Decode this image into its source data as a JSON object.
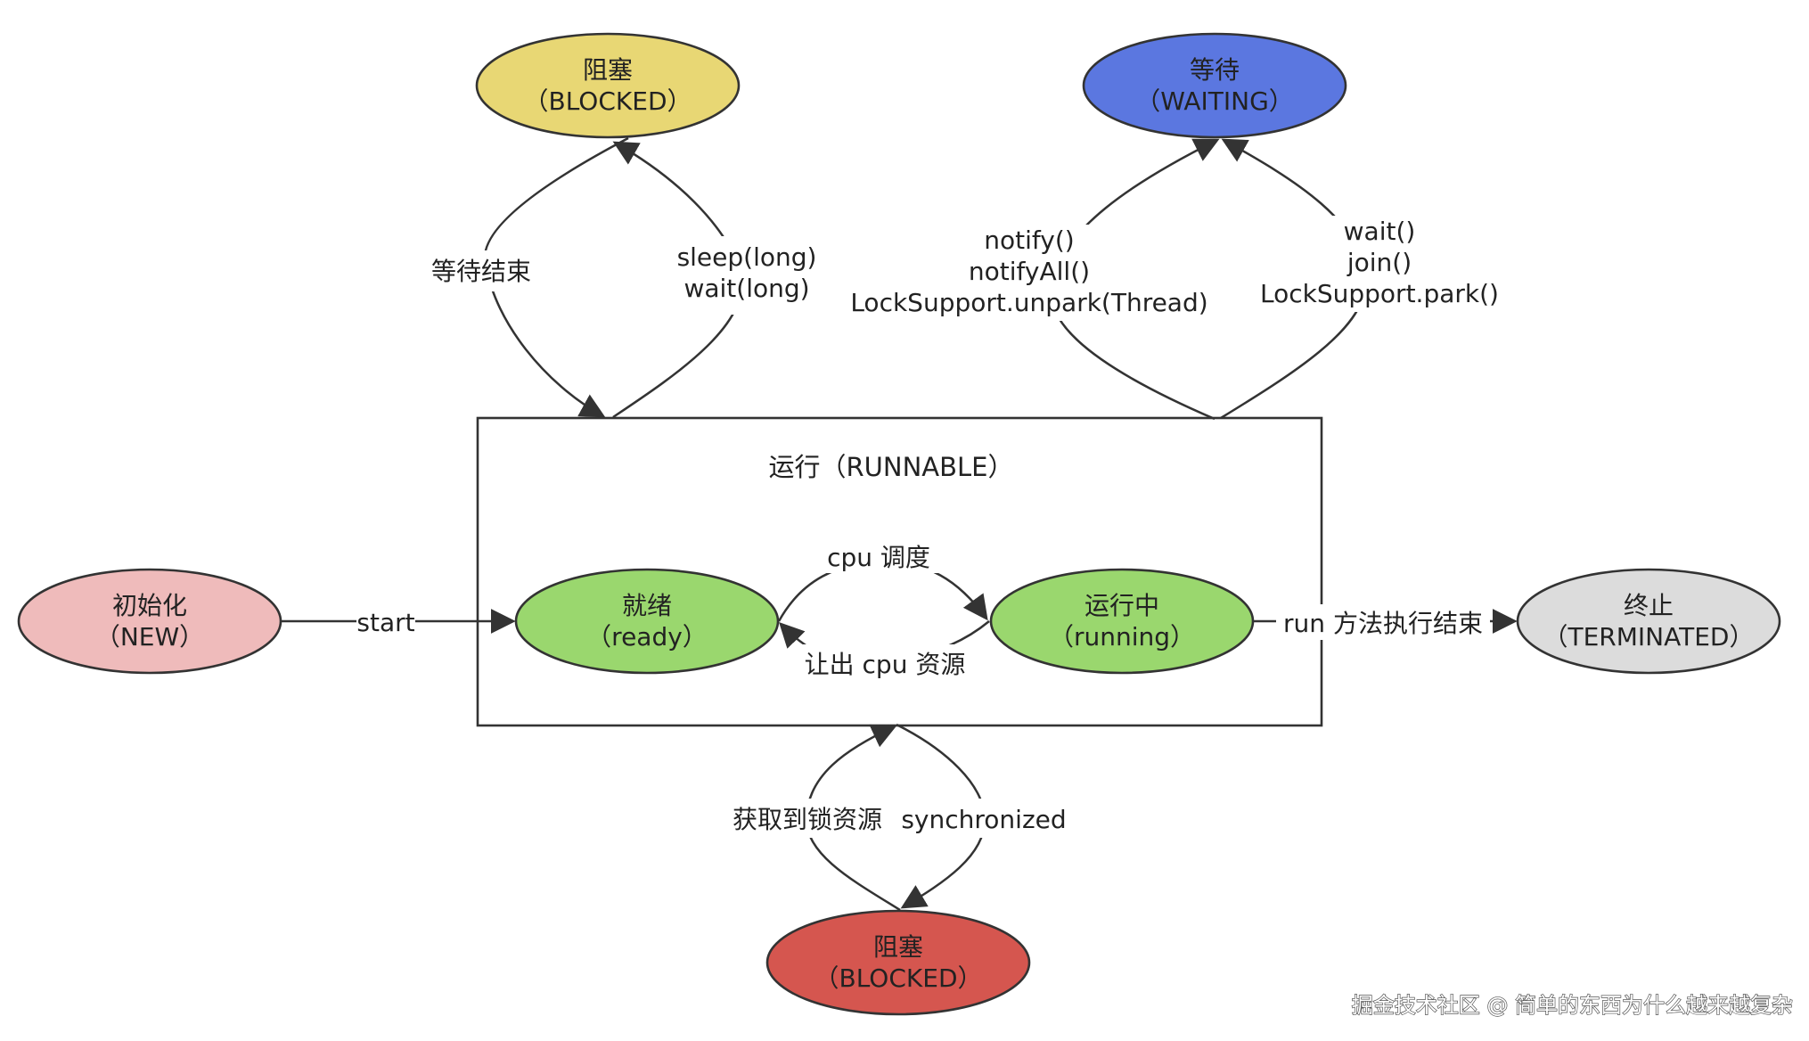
{
  "diagram": {
    "states": {
      "blocked_top": {
        "name": "阻塞",
        "sub": "（BLOCKED）",
        "fill": "#E8D774"
      },
      "waiting": {
        "name": "等待",
        "sub": "（WAITING）",
        "fill": "#5B77E0"
      },
      "new": {
        "name": "初始化",
        "sub": "（NEW）",
        "fill": "#EFBBBB"
      },
      "ready": {
        "name": "就绪",
        "sub": "（ready）",
        "fill": "#9AD76E"
      },
      "running": {
        "name": "运行中",
        "sub": "（running）",
        "fill": "#9AD76E"
      },
      "terminated": {
        "name": "终止",
        "sub": "（TERMINATED）",
        "fill": "#DCDCDC"
      },
      "blocked_bottom": {
        "name": "阻塞",
        "sub": "（BLOCKED）",
        "fill": "#D5564F"
      }
    },
    "runnable_box": {
      "title": "运行（RUNNABLE）"
    },
    "edges": {
      "wait_end": "等待结束",
      "sleep_long": "sleep(long)",
      "wait_long": "wait(long)",
      "notify": "notify()",
      "notify_all": "notifyAll()",
      "unpark": "LockSupport.unpark(Thread)",
      "wait": "wait()",
      "join": "join()",
      "park": "LockSupport.park()",
      "start": "start",
      "cpu_schedule": "cpu 调度",
      "yield_cpu": "让出 cpu 资源",
      "run_end": "run 方法执行结束",
      "acquire_lock": "获取到锁资源",
      "synchronized": "synchronized"
    },
    "colors": {
      "stroke": "#333333",
      "text": "#222222"
    }
  },
  "watermark": "掘金技术社区 @ 简单的东西为什么越来越复杂"
}
